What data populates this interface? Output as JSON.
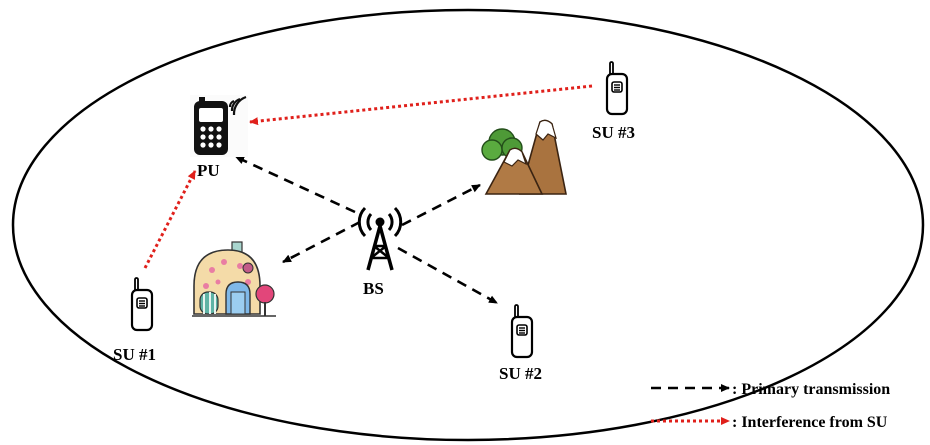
{
  "nodes": {
    "pu": "PU",
    "bs": "BS",
    "su1": "SU #1",
    "su2": "SU #2",
    "su3": "SU #3"
  },
  "legend": {
    "primary": ": Primary transmission",
    "interference": ": Interference from SU"
  },
  "colors": {
    "primary": "#000000",
    "interference": "#e0201b"
  },
  "icons": [
    "phone-icon",
    "radio-icon",
    "tower-icon",
    "house-icon",
    "mountain-icon"
  ]
}
